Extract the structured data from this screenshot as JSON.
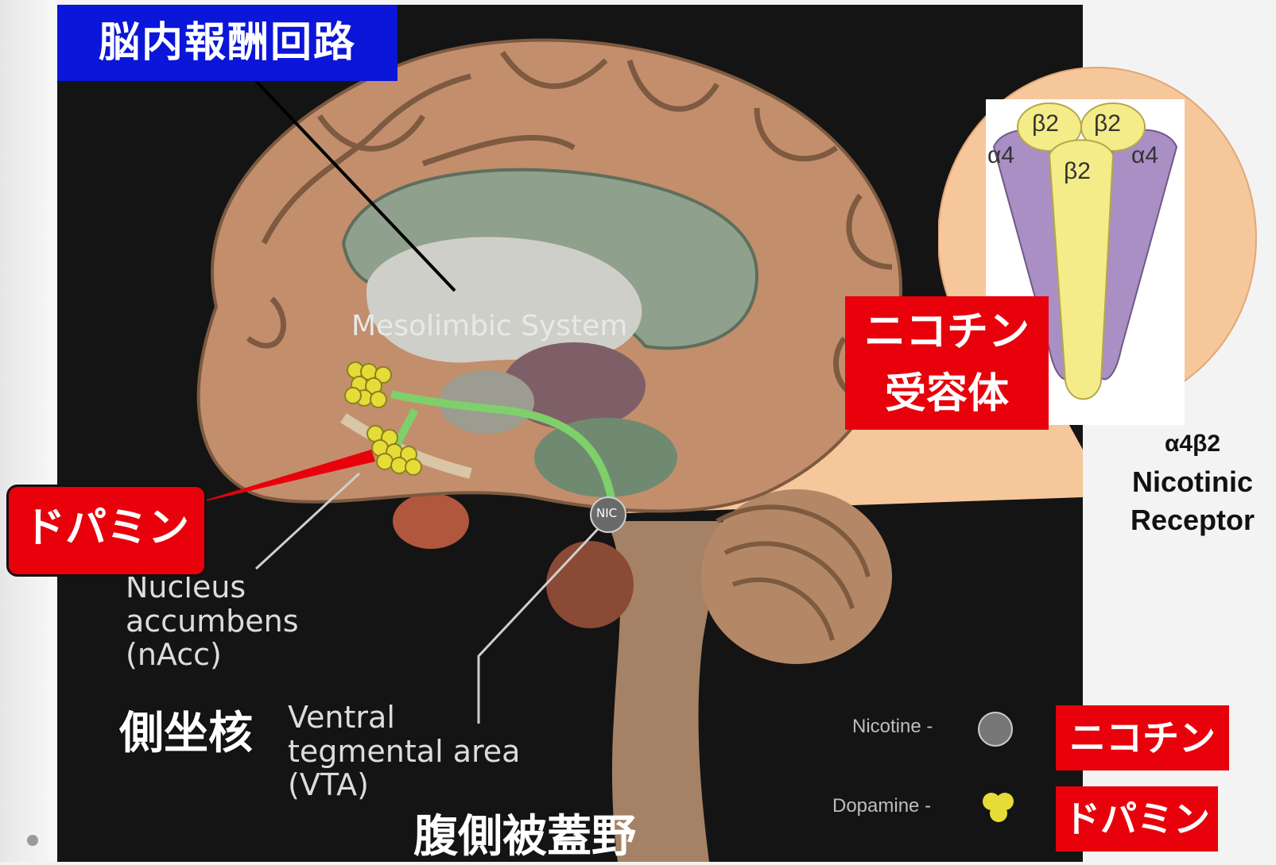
{
  "title": "脳内報酬回路",
  "mesolimbic_label": "Mesolimbic System",
  "nacc_label": [
    "Nucleus",
    "accumbens",
    "(nAcc)"
  ],
  "nacc_jp": "側坐核",
  "vta_label": [
    "Ventral",
    "tegmental area",
    "(VTA)"
  ],
  "vta_jp": "腹側被蓋野",
  "dopamine_callout": "ドパミン",
  "nicotine_receptor_callout": [
    "ニコチン",
    "受容体"
  ],
  "nic_marker": "NIC",
  "receptor_subunits": [
    "β2",
    "β2",
    "α4",
    "β2",
    "α4"
  ],
  "receptor_caption": [
    "α4β2",
    "Nicotinic",
    "Receptor"
  ],
  "legend": {
    "nicotine_label": "Nicotine -",
    "nicotine_jp": "ニコチン",
    "dopamine_label": "Dopamine -",
    "dopamine_jp": "ドパミン"
  },
  "colors": {
    "title_bg": "#0b16d8",
    "callout_red": "#e8000b",
    "cortex": "#c28e6c",
    "pathway_green": "#7fcf6a",
    "dopamine_yellow": "#e6dc38",
    "alpha_purple": "#a98fc3",
    "beta_yellow": "#f4ec88",
    "magnifier_peach": "#f6c79b"
  }
}
